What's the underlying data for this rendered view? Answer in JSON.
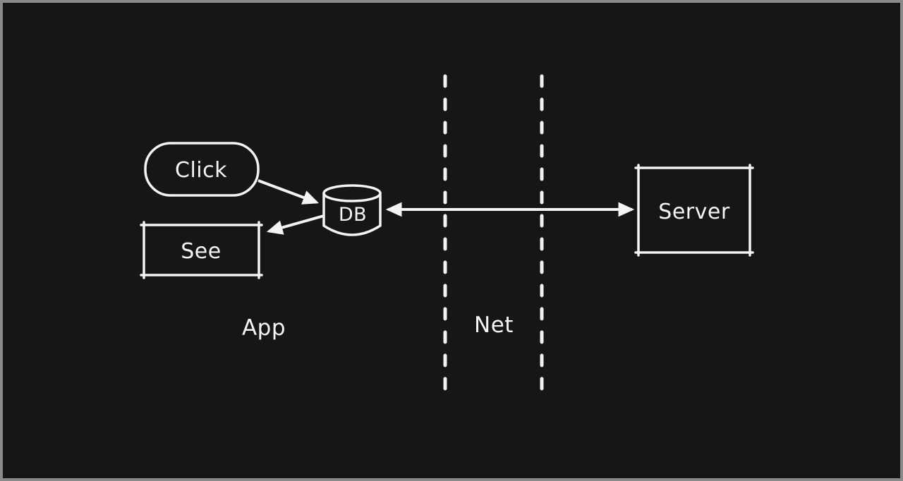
{
  "diagram": {
    "colors": {
      "background": "#161619",
      "frame": "#8a8a8d",
      "stroke": "#f4f4f4",
      "text": "#f6f6f6"
    },
    "nodes": {
      "click": {
        "label": "Click",
        "shape": "pill"
      },
      "db": {
        "label": "DB",
        "shape": "cylinder"
      },
      "see": {
        "label": "See",
        "shape": "rectangle"
      },
      "server": {
        "label": "Server",
        "shape": "rectangle"
      }
    },
    "zones": {
      "app": {
        "label": "App"
      },
      "net": {
        "label": "Net"
      }
    },
    "edges": [
      {
        "from": "Click",
        "to": "DB",
        "style": "single-arrow"
      },
      {
        "from": "DB",
        "to": "See",
        "style": "single-arrow"
      },
      {
        "from": "DB",
        "to": "Server",
        "style": "double-arrow"
      }
    ],
    "separators": {
      "style": "vertical-dashed",
      "count": 2
    }
  }
}
